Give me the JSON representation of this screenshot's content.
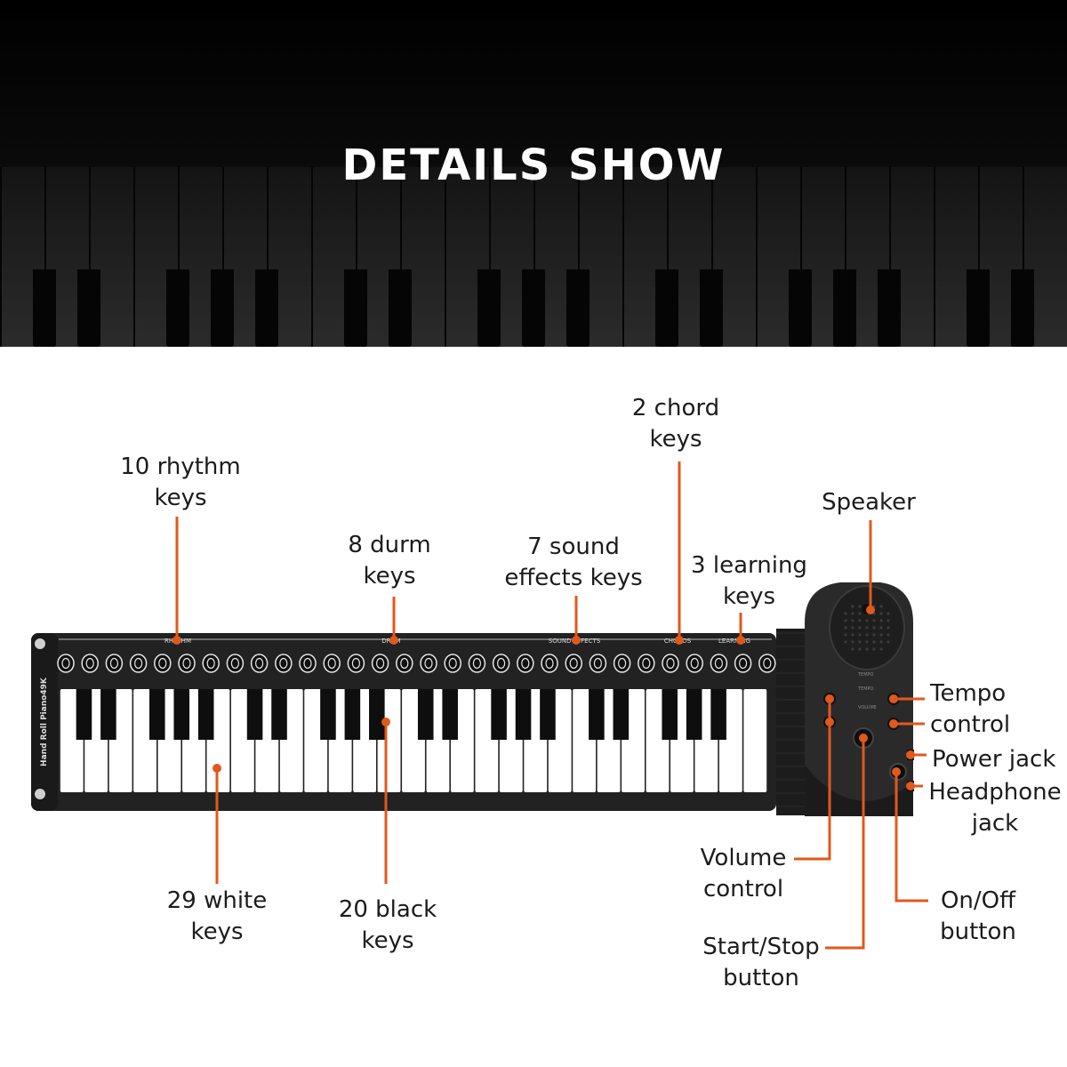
{
  "banner": {
    "title": "DETAILS SHOW"
  },
  "device": {
    "side_text": "Hand Roll Piano49K"
  },
  "panel": {
    "sections": [
      "RHYTHM",
      "DRUM",
      "SOUND EFFECTS",
      "CHORDS",
      "LEARNING"
    ],
    "speaker_controls": [
      "TEMPO",
      "TEMPO",
      "VOLUME"
    ]
  },
  "callouts": {
    "rhythm": [
      "10 rhythm",
      "keys"
    ],
    "drum": [
      "8 durm",
      "keys"
    ],
    "sound": [
      "7 sound",
      "effects keys"
    ],
    "chord": [
      "2 chord",
      "keys"
    ],
    "learning": [
      "3 learning",
      "keys"
    ],
    "speaker": [
      "Speaker"
    ],
    "tempo": [
      "Tempo",
      "control"
    ],
    "power": [
      "Power jack"
    ],
    "headphone": [
      "Headphone",
      "jack"
    ],
    "volume": [
      "Volume",
      "control"
    ],
    "startstop": [
      "Start/Stop",
      "button"
    ],
    "onoff": [
      "On/Off",
      "button"
    ],
    "white": [
      "29 white",
      "keys"
    ],
    "black": [
      "20 black",
      "keys"
    ]
  },
  "colors": {
    "callout_line": "#e0591c",
    "device_body": "#222222",
    "banner_bg": "#0a0a0a"
  }
}
